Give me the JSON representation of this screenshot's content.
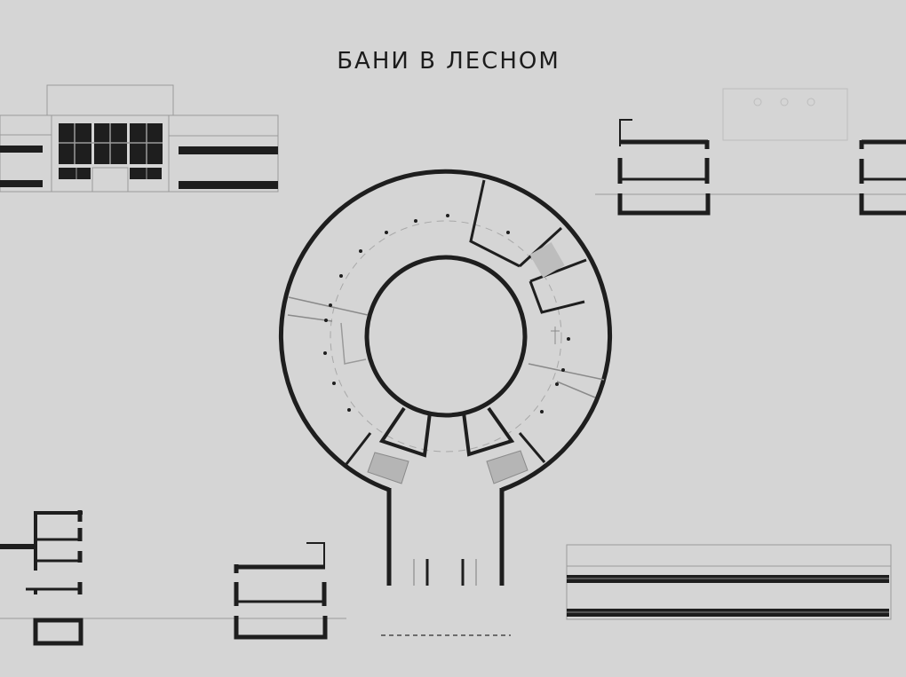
{
  "drawing": {
    "title": "БАНИ В ЛЕСНОМ",
    "background_color": "#d5d5d5",
    "ink_color": "#1e1e1e",
    "faint_line_color": "#9a9a9a",
    "views": [
      {
        "id": "front-elevation",
        "label": "Front elevation (top left)"
      },
      {
        "id": "section-top-right-a",
        "label": "Section (top right, left)"
      },
      {
        "id": "section-top-right-b",
        "label": "Section (top right, edge)"
      },
      {
        "id": "ring-floor-plan",
        "label": "Circular floor plan (center)"
      },
      {
        "id": "section-bottom-left-a",
        "label": "Section (bottom left, edge)"
      },
      {
        "id": "section-bottom-left-b",
        "label": "Section (bottom left)"
      },
      {
        "id": "side-elevation",
        "label": "Long elevation (bottom right)"
      },
      {
        "id": "scale-bar",
        "label": "Scale bar"
      }
    ]
  }
}
